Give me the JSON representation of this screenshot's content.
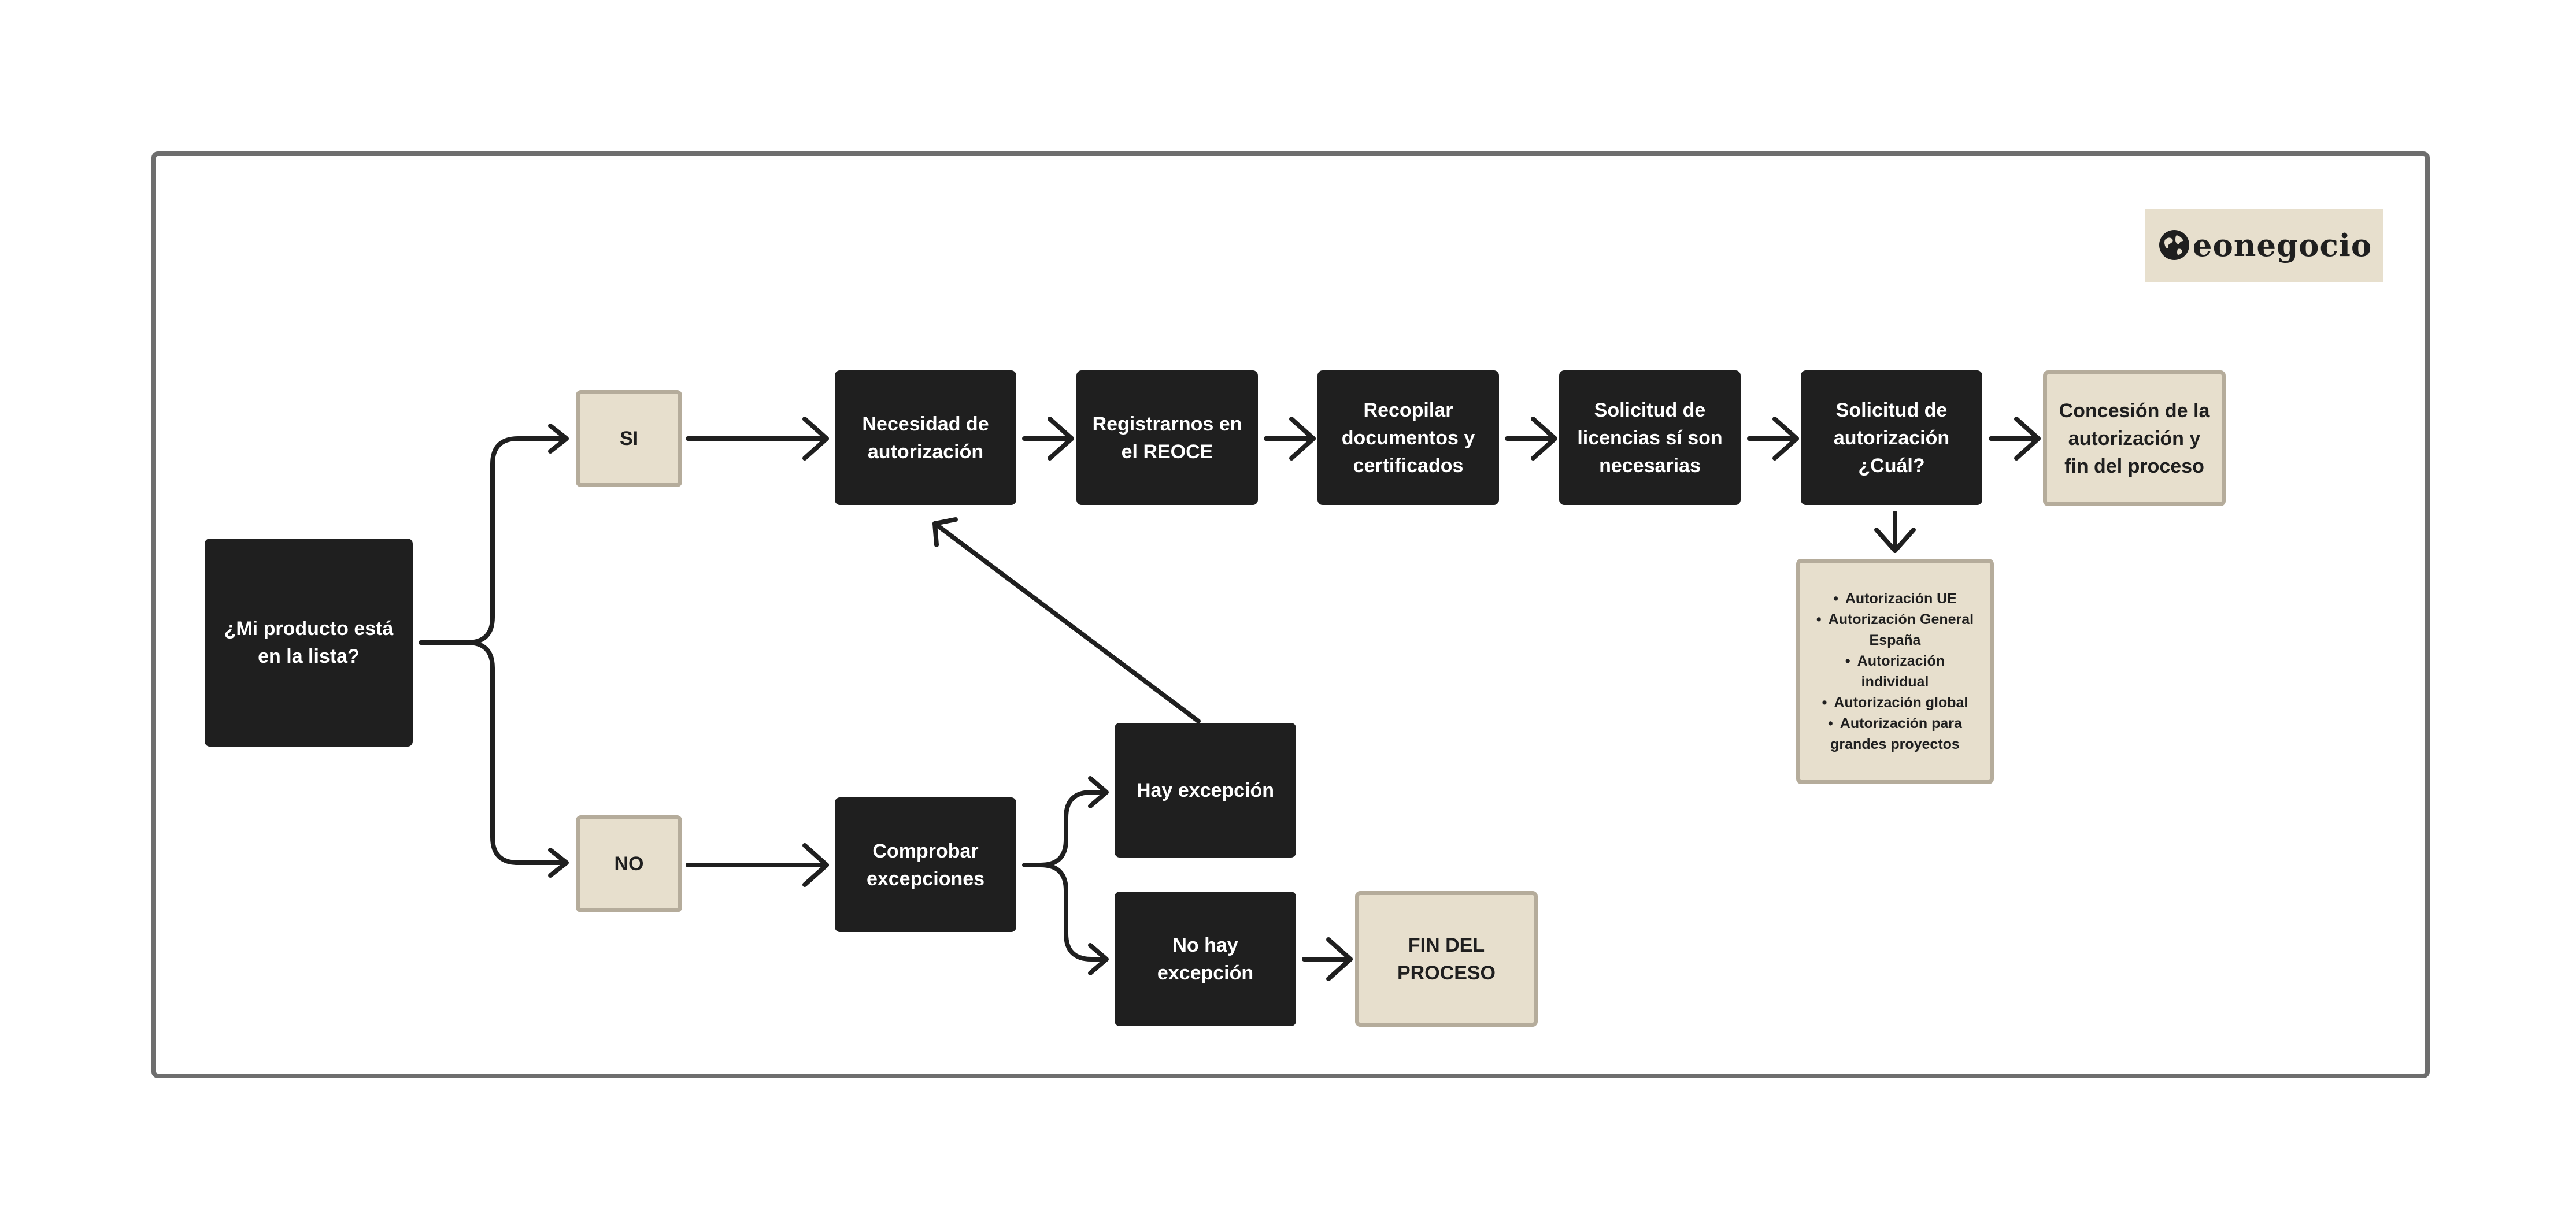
{
  "brand": {
    "name": "eonegocio",
    "icon": "globe-icon"
  },
  "nodes": {
    "question": "¿Mi producto está en la lista?",
    "yes": "SI",
    "no": "NO",
    "need_auth": "Necesidad de autorización",
    "register": "Registrarnos en el REOCE",
    "collect_docs": "Recopilar documentos y certificados",
    "licenses": "Solicitud de licencias sí son necesarias",
    "auth_request": "Solicitud de autorización ¿Cuál?",
    "grant": "Concesión de la autorización y fin del proceso",
    "check_exceptions": "Comprobar excepciones",
    "has_exception": "Hay excepción",
    "no_exception": "No hay excepción",
    "end": "FIN DEL PROCESO"
  },
  "auth_types": [
    "Autorización UE",
    "Autorización General España",
    "Autorización individual",
    "Autorización global",
    "Autorización para grandes proyectos"
  ],
  "colors": {
    "dark_node": "#1f1f1f",
    "light_node": "#e7dfcd",
    "light_border": "#b5ac9b",
    "frame": "#6e6e6e",
    "connector": "#1f1f1f"
  }
}
